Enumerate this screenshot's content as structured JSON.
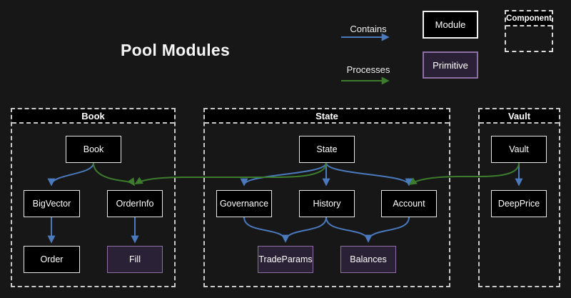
{
  "title": "Pool Modules",
  "colors": {
    "background": "#171717",
    "contains_blue": "#4a79bd",
    "processes_green": "#3d7c2c",
    "module_fill": "#000000",
    "module_border": "#f2f2f2",
    "primitive_fill": "#2b2136",
    "primitive_border": "#8d6fa5",
    "container_dash": "#c9c9c9"
  },
  "legend": {
    "contains_label": "Contains",
    "processes_label": "Processes",
    "module_label": "Module",
    "primitive_label": "Primitive",
    "component_label": "Component"
  },
  "containers": {
    "book": {
      "label": "Book"
    },
    "state": {
      "label": "State"
    },
    "vault": {
      "label": "Vault"
    }
  },
  "nodes": {
    "book": {
      "label": "Book",
      "type": "module"
    },
    "bigvector": {
      "label": "BigVector",
      "type": "module"
    },
    "orderinfo": {
      "label": "OrderInfo",
      "type": "module"
    },
    "order": {
      "label": "Order",
      "type": "module"
    },
    "fill": {
      "label": "Fill",
      "type": "primitive"
    },
    "state": {
      "label": "State",
      "type": "module"
    },
    "governance": {
      "label": "Governance",
      "type": "module"
    },
    "history": {
      "label": "History",
      "type": "module"
    },
    "account": {
      "label": "Account",
      "type": "module"
    },
    "tradeparams": {
      "label": "TradeParams",
      "type": "primitive"
    },
    "balances": {
      "label": "Balances",
      "type": "primitive"
    },
    "vault": {
      "label": "Vault",
      "type": "module"
    },
    "deepprice": {
      "label": "DeepPrice",
      "type": "module"
    }
  },
  "edges": [
    {
      "from": "Book",
      "to": "BigVector",
      "type": "contains"
    },
    {
      "from": "Book",
      "to": "OrderInfo",
      "type": "processes"
    },
    {
      "from": "BigVector",
      "to": "Order",
      "type": "contains"
    },
    {
      "from": "OrderInfo",
      "to": "Fill",
      "type": "contains"
    },
    {
      "from": "State",
      "to": "Governance",
      "type": "contains"
    },
    {
      "from": "State",
      "to": "History",
      "type": "contains"
    },
    {
      "from": "State",
      "to": "Account",
      "type": "contains"
    },
    {
      "from": "State",
      "to": "OrderInfo",
      "type": "processes"
    },
    {
      "from": "Governance",
      "to": "TradeParams",
      "type": "contains"
    },
    {
      "from": "History",
      "to": "TradeParams",
      "type": "contains"
    },
    {
      "from": "History",
      "to": "Balances",
      "type": "contains"
    },
    {
      "from": "Account",
      "to": "Balances",
      "type": "contains"
    },
    {
      "from": "Vault",
      "to": "DeepPrice",
      "type": "contains"
    },
    {
      "from": "Vault",
      "to": "Account",
      "type": "processes"
    }
  ]
}
